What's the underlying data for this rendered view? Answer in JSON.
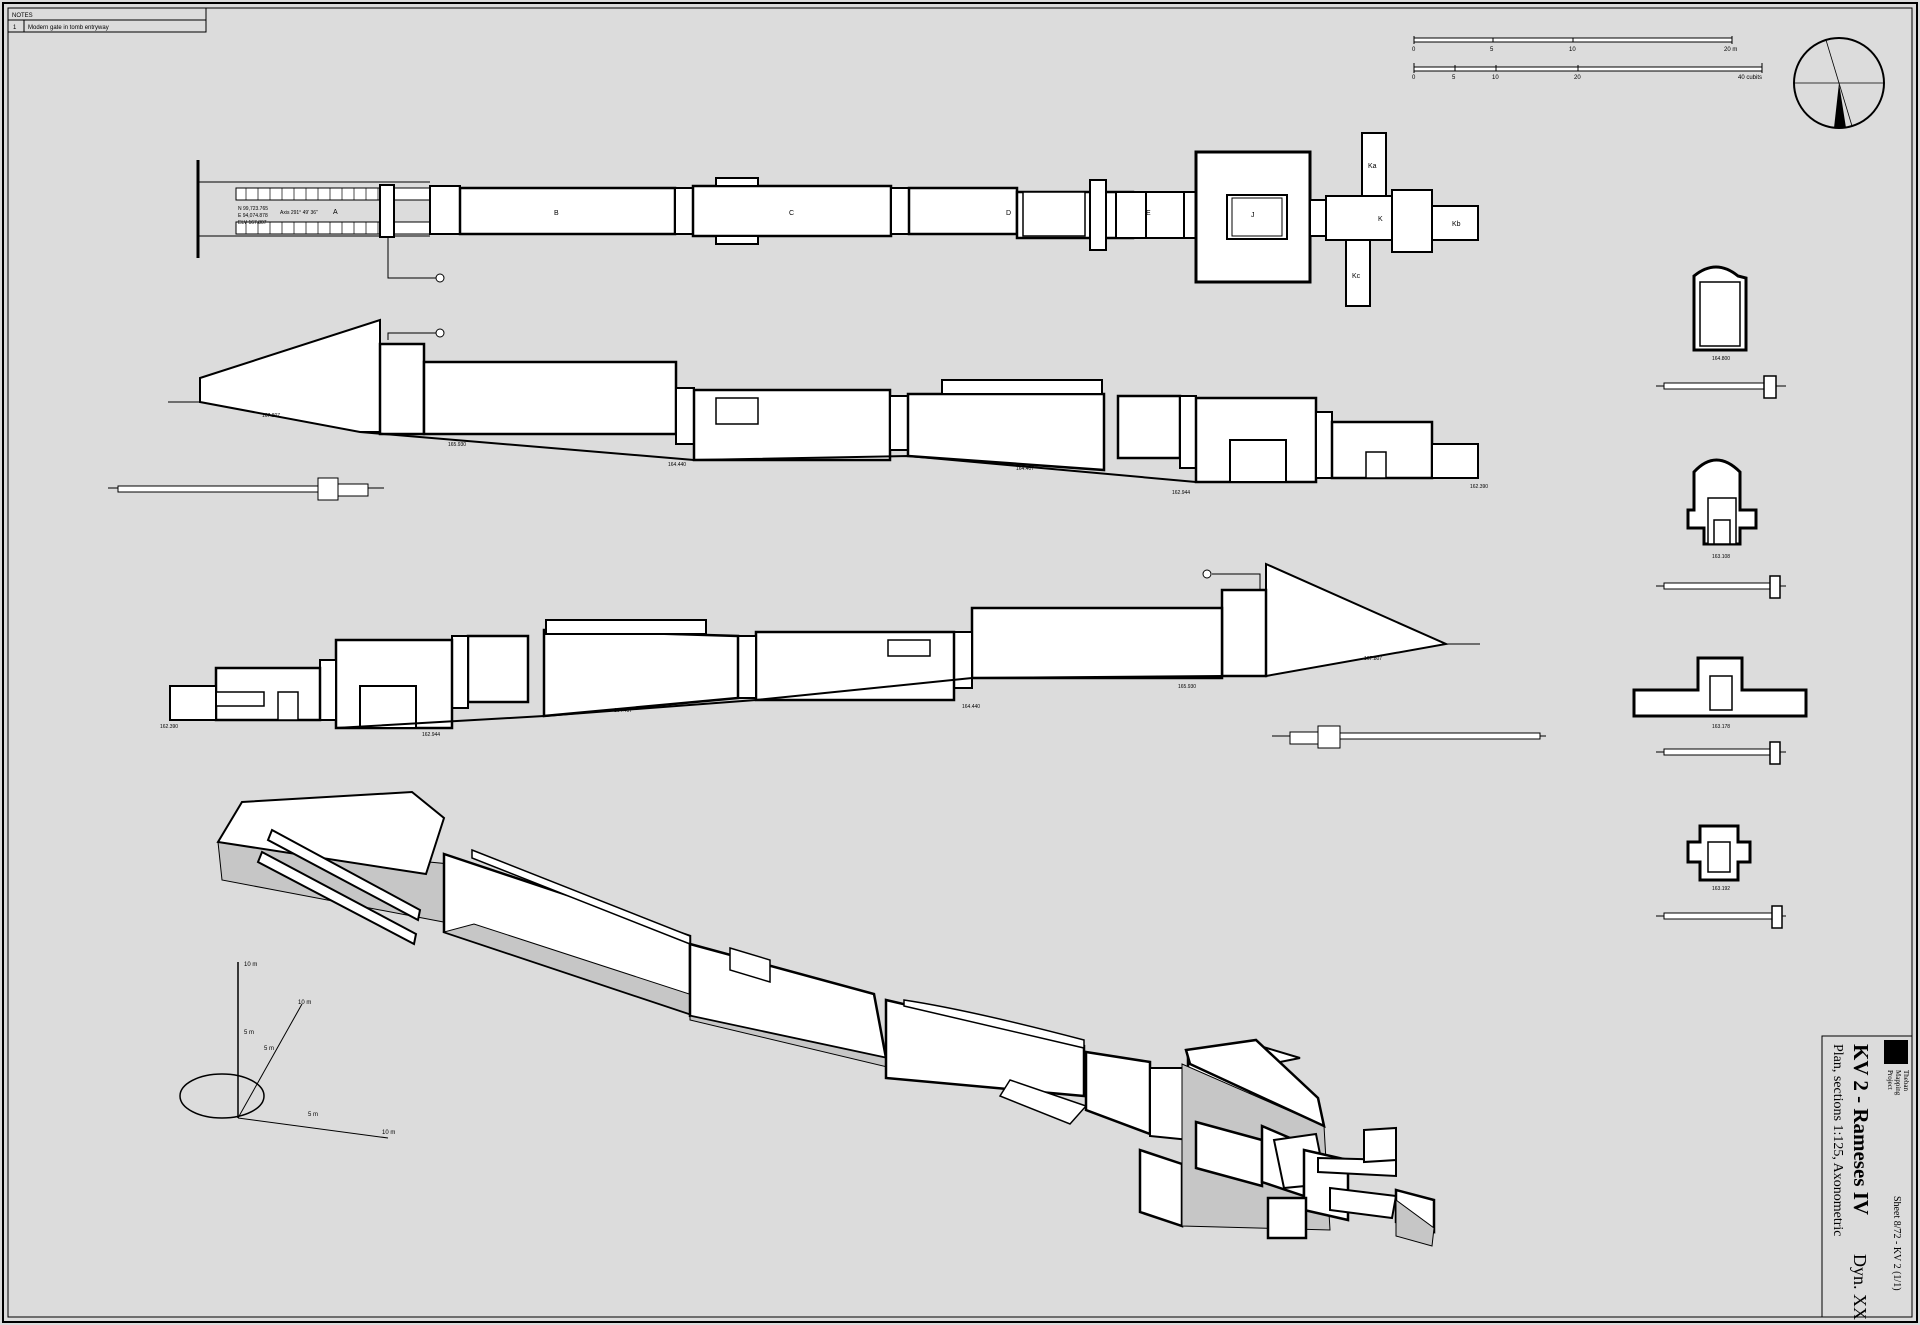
{
  "notes": {
    "header": "NOTES",
    "items": [
      {
        "num": "1",
        "text": "Modern gate in tomb entryway"
      }
    ]
  },
  "title_block": {
    "org_line1": "Theban",
    "org_line2": "Mapping",
    "org_line3": "Project",
    "sheet": "Sheet 8/72 - KV 2 (1/1)",
    "tomb_title": "KV 2 - Rameses IV",
    "dynasty": "Dyn. XX",
    "subtitle": "Plan, sections 1:125, Axonometric"
  },
  "scale_bars": {
    "meters": [
      "0",
      "5",
      "10",
      "20 m"
    ],
    "cubits": [
      "0",
      "5",
      "10",
      "20",
      "40 cubits"
    ]
  },
  "plan": {
    "coords": [
      "N  99,723.765",
      "E  94,074.878",
      "ELV  167.807"
    ],
    "axis_label": "Axis 291° 49' 36\"",
    "chamber_labels": [
      "A",
      "B",
      "C",
      "D",
      "E",
      "J",
      "Ka",
      "K",
      "Kb",
      "Kc"
    ]
  },
  "elevations": {
    "upper": [
      "167.807",
      "165.930",
      "164.440",
      "164.407",
      "162.944",
      "162.390"
    ],
    "lower": [
      "162.390",
      "162.944",
      "164.407",
      "164.440",
      "165.930",
      "167.807"
    ],
    "sections": [
      "164.800",
      "163.108",
      "163.178",
      "163.192"
    ]
  },
  "axes_3d": {
    "labels": [
      "10 m",
      "5 m",
      "10 m",
      "5 m",
      "5 m",
      "10 m"
    ]
  },
  "colors": {
    "background": "#dcdcdc",
    "ink": "#000000",
    "fill": "#ffffff",
    "shade": "#c6c6c6"
  }
}
